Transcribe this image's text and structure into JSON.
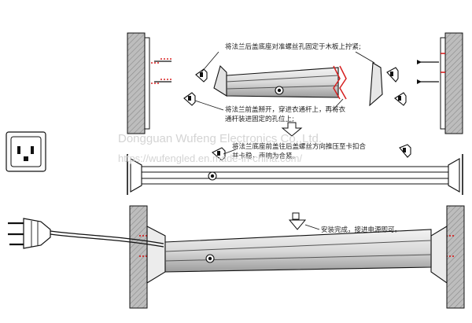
{
  "steps": [
    {
      "id": 1,
      "text": "将法兰后盖底座对准螺丝孔固定于木板上拧紧;"
    },
    {
      "id": 2,
      "lines": [
        "将法兰前盖掰开，穿进衣通杆上，再将衣",
        "通杆装进固定的孔位上;"
      ]
    },
    {
      "id": 3,
      "lines": [
        "将法兰底座前盖往后盖螺丝方向推压至卡扣合",
        "并卡稳，声响为合紧。"
      ]
    },
    {
      "id": 4,
      "text": "安装完成，接进电源即可。"
    }
  ],
  "watermark": {
    "company": "Dongguan Wufeng Electronics Co.,Ltd.",
    "url": "https://wufengled.en.made-in-china.com/"
  },
  "colors": {
    "screw_accent": "#d62020",
    "wall_fill": "#bdbdbd",
    "line": "#111111"
  }
}
